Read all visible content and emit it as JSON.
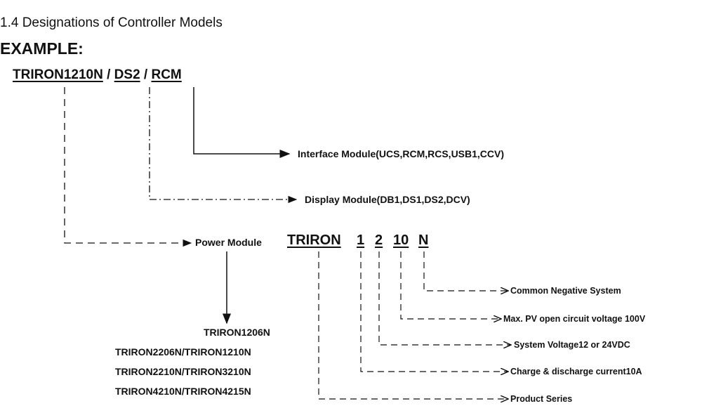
{
  "heading": "1.4 Designations of Controller Models",
  "example_label": "EXAMPLE:",
  "model_code": {
    "part1": "TRIRON1210N",
    "sep": " / ",
    "part2": "DS2",
    "part3": "RCM"
  },
  "interface_module": "Interface Module(UCS,RCM,RCS,USB1,CCV)",
  "display_module": "Display  Module(DB1,DS1,DS2,DCV)",
  "power_module": "Power Module",
  "code_parts": [
    "TRIRON",
    "1",
    "2",
    "10",
    "N"
  ],
  "descriptions": {
    "n": "Common Negative System",
    "voltage": "Max. PV open  circuit voltage 100V",
    "system_voltage": "System Voltage12 or 24VDC",
    "current": "Charge & discharge current10A",
    "series": "Product Series"
  },
  "models": [
    "TRIRON1206N",
    "TRIRON2206N/TRIRON1210N",
    "TRIRON2210N/TRIRON3210N",
    "TRIRON4210N/TRIRON4215N"
  ]
}
